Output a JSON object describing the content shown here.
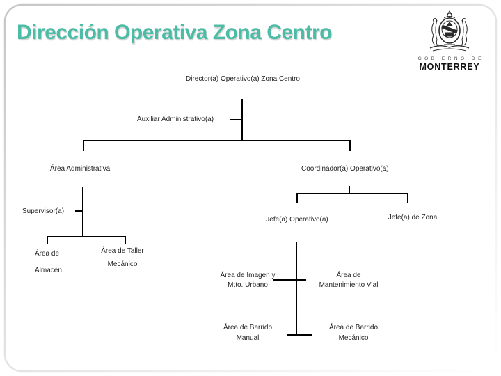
{
  "slide": {
    "title": "Dirección Operativa Zona Centro",
    "accent_color": "#4DBCA6",
    "line_color": "#000000"
  },
  "logo": {
    "icon": "monterrey-coat-of-arms",
    "caption_top": "GOBIERNO DE",
    "caption_bottom": "MONTERREY"
  },
  "org_chart": {
    "nodes": {
      "director": {
        "label": "Director(a) Operativo(a) Zona Centro"
      },
      "auxiliar": {
        "label": "Auxiliar Administrativo(a)"
      },
      "area_administrativa": {
        "label": "Área Administrativa"
      },
      "coordinador": {
        "label": "Coordinador(a) Operativo(a)"
      },
      "supervisor": {
        "label": "Supervisor(a)"
      },
      "jefe_operativo": {
        "label": "Jefe(a) Operativo(a)"
      },
      "jefe_zona": {
        "label": "Jefe(a) de Zona"
      },
      "area_almacen": {
        "line1": "Área de",
        "line2": "Almacén"
      },
      "area_taller": {
        "line1": "Área de Taller",
        "line2": "Mecánico"
      },
      "area_imagen": {
        "line1": "Área de Imagen y",
        "line2": "Mtto. Urbano"
      },
      "area_mantenimiento_vial": {
        "line1": "Área de",
        "line2": "Mantenimiento Vial"
      },
      "area_barrido_manual": {
        "line1": "Área de Barrido",
        "line2": "Manual"
      },
      "area_barrido_mecanico": {
        "line1": "Área de Barrido",
        "line2": "Mecánico"
      }
    }
  }
}
